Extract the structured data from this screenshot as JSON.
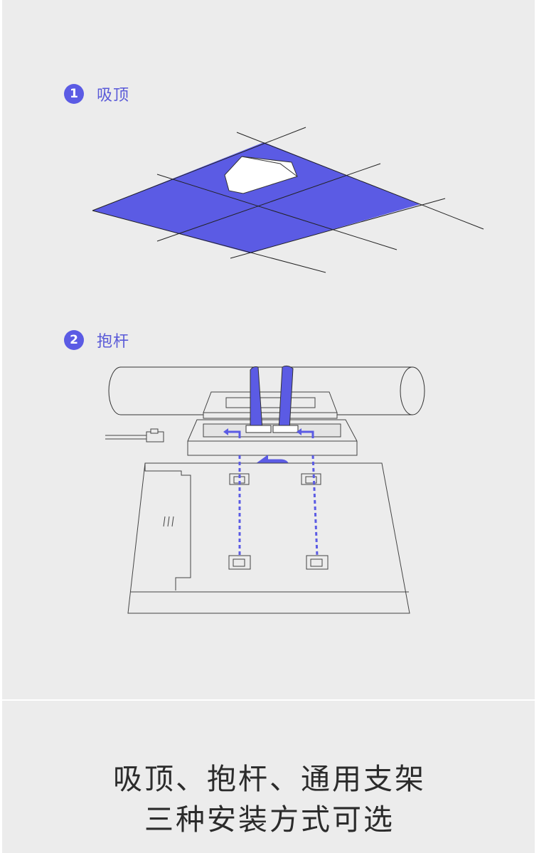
{
  "steps": [
    {
      "number": "1",
      "label": "吸顶"
    },
    {
      "number": "2",
      "label": "抱杆"
    }
  ],
  "caption": {
    "line1": "吸顶、抱杆、通用支架",
    "line2": "三种安装方式可选"
  },
  "colors": {
    "accent": "#5b5be4",
    "background": "#ececec",
    "text": "#2b2b2b"
  }
}
